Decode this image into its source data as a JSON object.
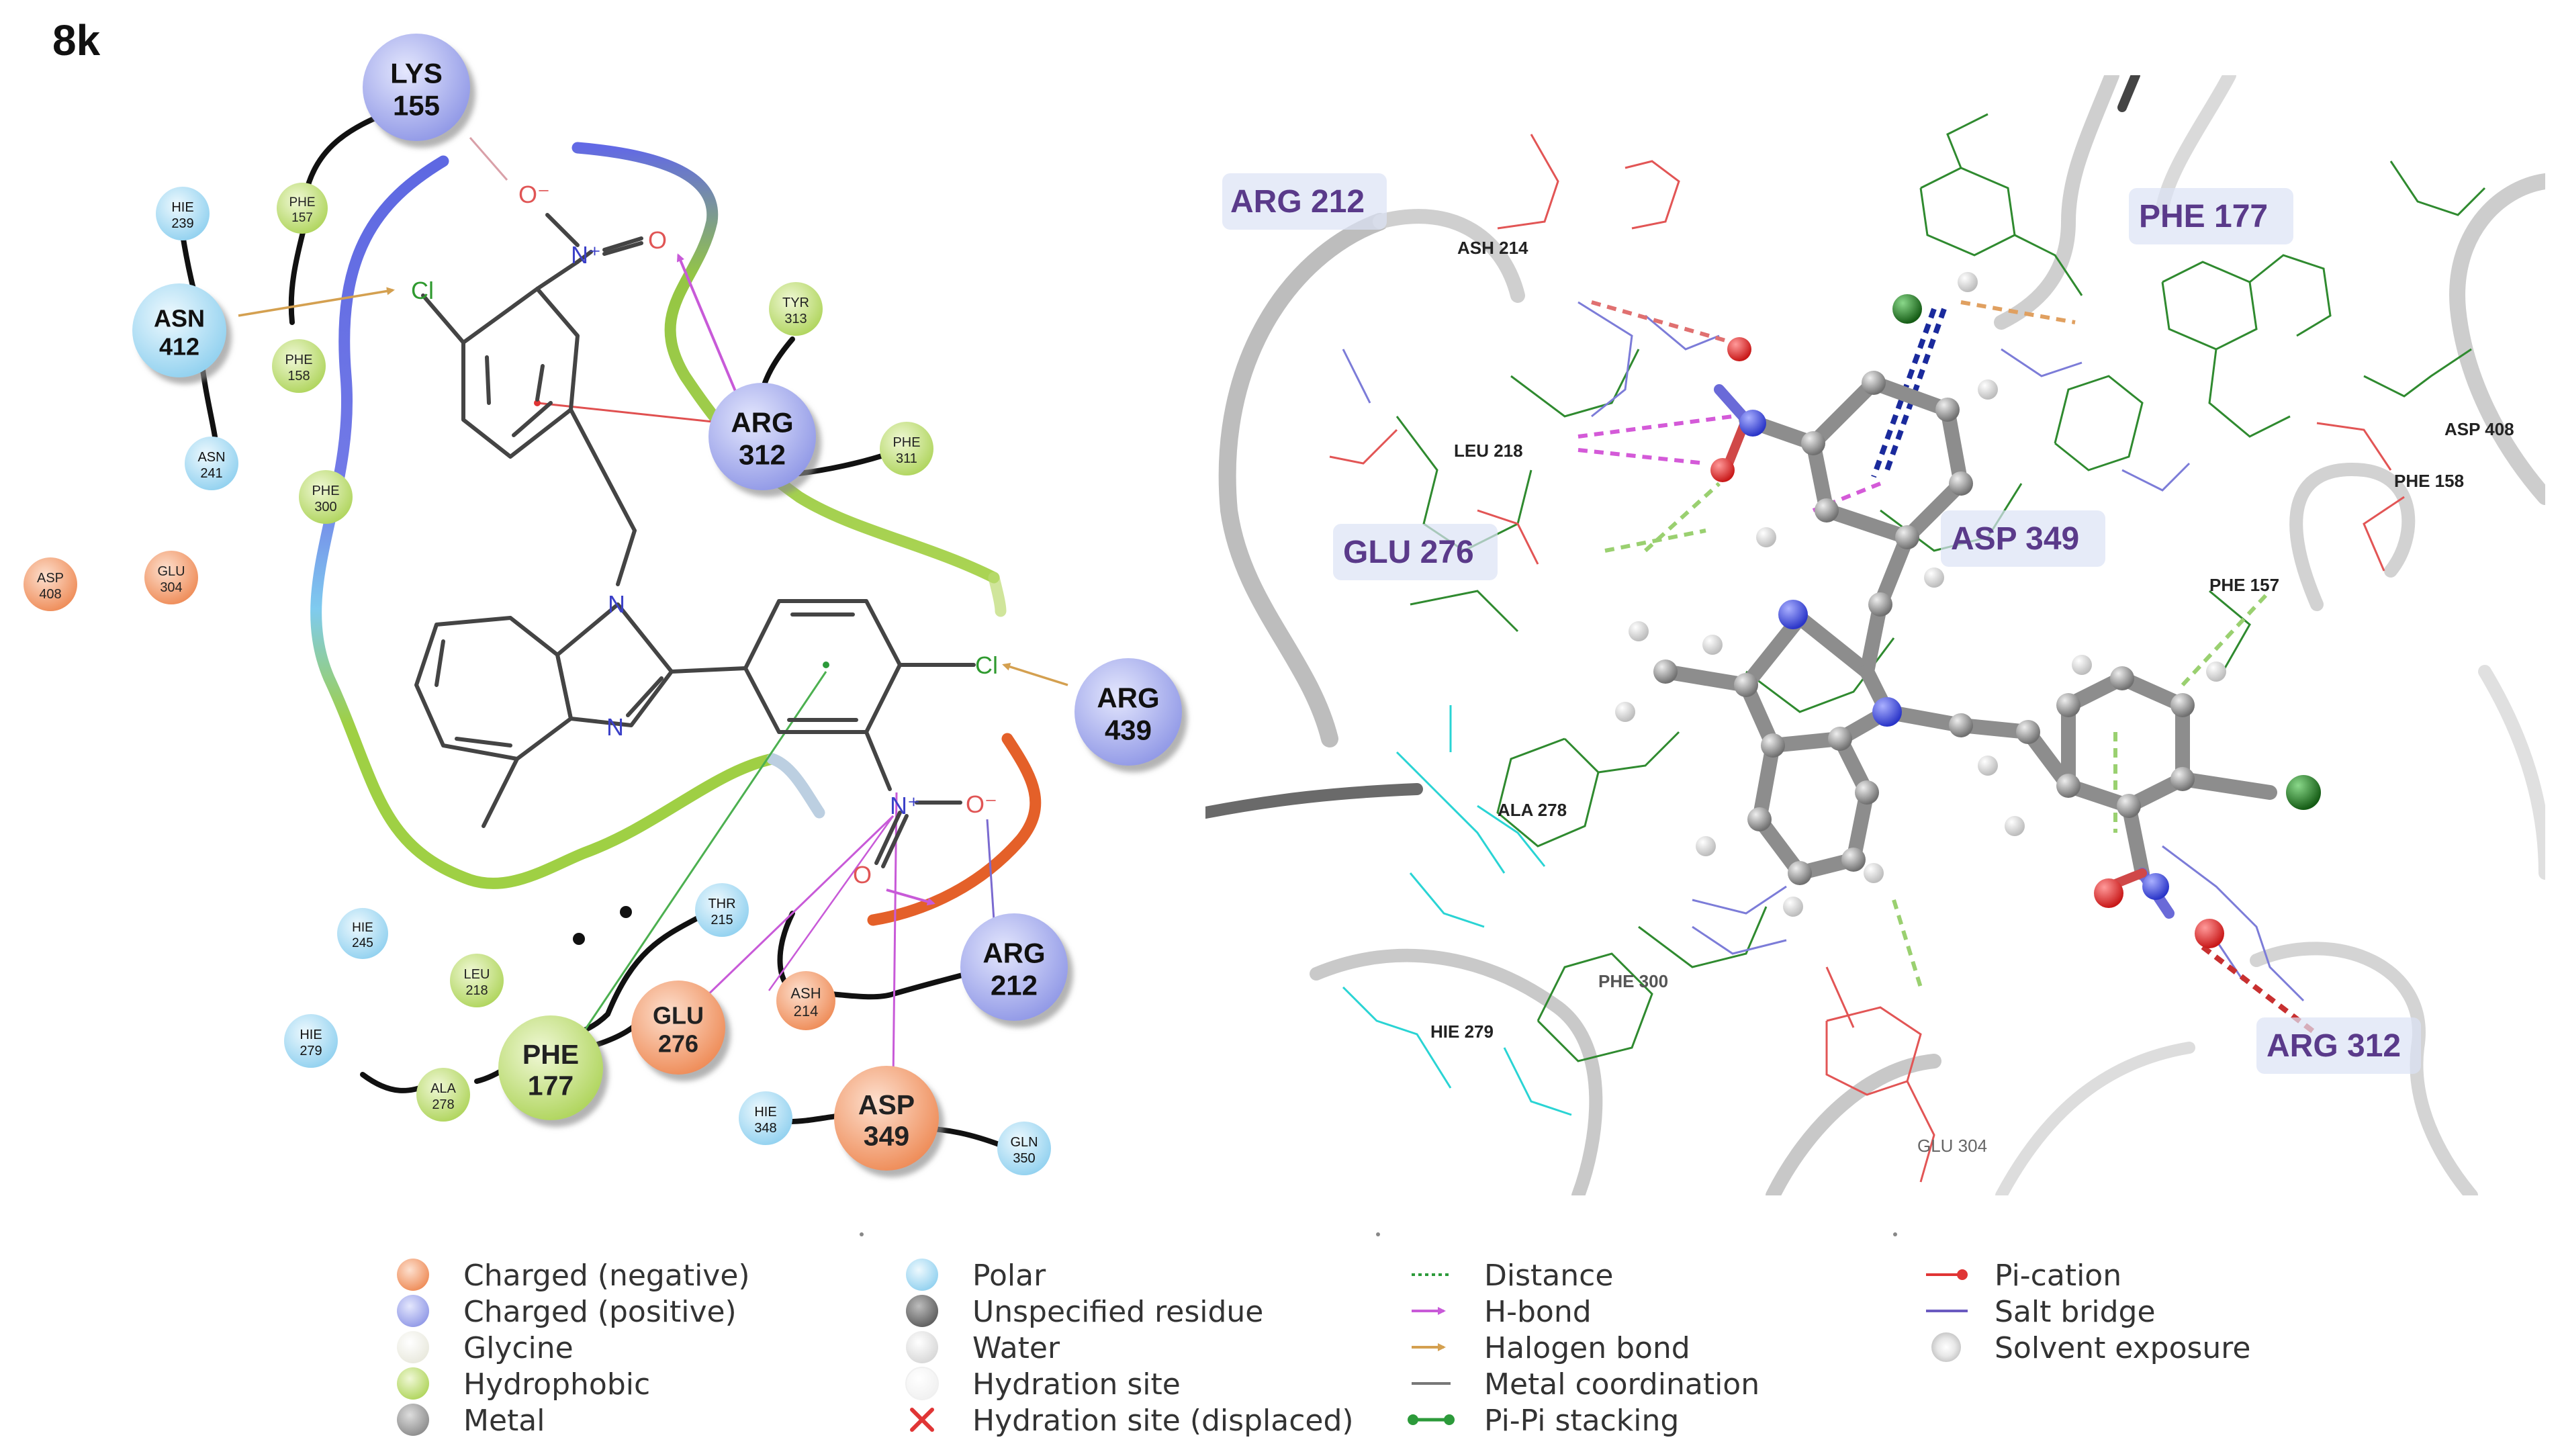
{
  "panel_label": "8k",
  "diagram2d": {
    "residues": [
      {
        "id": "lys155",
        "name": "LYS",
        "num": "155",
        "type": "positive",
        "big": true
      },
      {
        "id": "asn412",
        "name": "ASN",
        "num": "412",
        "type": "polar",
        "big": true
      },
      {
        "id": "arg312",
        "name": "ARG",
        "num": "312",
        "type": "positive",
        "big": true
      },
      {
        "id": "arg439",
        "name": "ARG",
        "num": "439",
        "type": "positive",
        "big": true
      },
      {
        "id": "arg212",
        "name": "ARG",
        "num": "212",
        "type": "positive",
        "big": true
      },
      {
        "id": "glu276",
        "name": "GLU",
        "num": "276",
        "type": "negative",
        "big": true
      },
      {
        "id": "phe177",
        "name": "PHE",
        "num": "177",
        "type": "hydrophobic",
        "big": true
      },
      {
        "id": "asp349",
        "name": "ASP",
        "num": "349",
        "type": "negative",
        "big": true
      },
      {
        "id": "hie239",
        "name": "HIE",
        "num": "239",
        "type": "polar",
        "big": false
      },
      {
        "id": "phe157",
        "name": "PHE",
        "num": "157",
        "type": "hydrophobic",
        "big": false
      },
      {
        "id": "phe158",
        "name": "PHE",
        "num": "158",
        "type": "hydrophobic",
        "big": false
      },
      {
        "id": "asn241",
        "name": "ASN",
        "num": "241",
        "type": "polar",
        "big": false
      },
      {
        "id": "phe300",
        "name": "PHE",
        "num": "300",
        "type": "hydrophobic",
        "big": false
      },
      {
        "id": "tyr313",
        "name": "TYR",
        "num": "313",
        "type": "hydrophobic",
        "big": false
      },
      {
        "id": "phe311",
        "name": "PHE",
        "num": "311",
        "type": "hydrophobic",
        "big": false
      },
      {
        "id": "asp408",
        "name": "ASP",
        "num": "408",
        "type": "negative",
        "big": false
      },
      {
        "id": "glu304",
        "name": "GLU",
        "num": "304",
        "type": "negative",
        "big": false
      },
      {
        "id": "hie245",
        "name": "HIE",
        "num": "245",
        "type": "polar",
        "big": false
      },
      {
        "id": "leu218",
        "name": "LEU",
        "num": "218",
        "type": "hydrophobic",
        "big": false
      },
      {
        "id": "thr215",
        "name": "THR",
        "num": "215",
        "type": "polar",
        "big": false
      },
      {
        "id": "ash214",
        "name": "ASH",
        "num": "214",
        "type": "negative",
        "big": false
      },
      {
        "id": "hie279",
        "name": "HIE",
        "num": "279",
        "type": "polar",
        "big": false
      },
      {
        "id": "ala278",
        "name": "ALA",
        "num": "278",
        "type": "hydrophobic",
        "big": false
      },
      {
        "id": "hie348",
        "name": "HIE",
        "num": "348",
        "type": "polar",
        "big": false
      },
      {
        "id": "gln350",
        "name": "GLN",
        "num": "350",
        "type": "polar",
        "big": false
      }
    ],
    "atoms": {
      "o_minus_top": "O⁻",
      "n_plus_top": "N⁺",
      "o_top": "O",
      "cl_top": "Cl",
      "n_ring1": "N",
      "n_ring2": "N",
      "cl_right": "Cl",
      "n_plus_bottom": "N⁺",
      "o_minus_bottom": "O⁻",
      "o_bottom": "O"
    }
  },
  "view3d": {
    "labels": {
      "arg212": "ARG 212",
      "phe177": "PHE 177",
      "glu276": "GLU 276",
      "asp349": "ASP 349",
      "arg312": "ARG 312"
    },
    "small_labels": {
      "ash214": "ASH 214",
      "leu218": "LEU 218",
      "ala278": "ALA 278",
      "phe300": "PHE 300",
      "hie279": "HIE 279",
      "glu304": "GLU 304",
      "asp408": "ASP 408",
      "phe158": "PHE 158",
      "phe157": "PHE 157"
    }
  },
  "legend": {
    "col1": [
      "Charged (negative)",
      "Charged (positive)",
      "Glycine",
      "Hydrophobic",
      "Metal"
    ],
    "col2": [
      "Polar",
      "Unspecified residue",
      "Water",
      "Hydration site",
      "Hydration site (displaced)"
    ],
    "col3": [
      "Distance",
      "H-bond",
      "Halogen bond",
      "Metal coordination",
      "Pi-Pi stacking"
    ],
    "col4": [
      "Pi-cation",
      "Salt bridge",
      "Solvent exposure"
    ]
  },
  "colors": {
    "negative": "#f09a6a",
    "positive": "#9ea6ec",
    "polar": "#a9dcf2",
    "hydrophobic": "#c4e07c",
    "glycine": "#f1f1ea",
    "metal": "#9c9c9c",
    "unspecified": "#777777",
    "water": "#e6e6e6",
    "hbond": "#c85ad8",
    "halogen": "#d4a050",
    "pication": "#e03535",
    "saltbridge": "#6a5ac0",
    "pipi": "#2c9a3a"
  }
}
